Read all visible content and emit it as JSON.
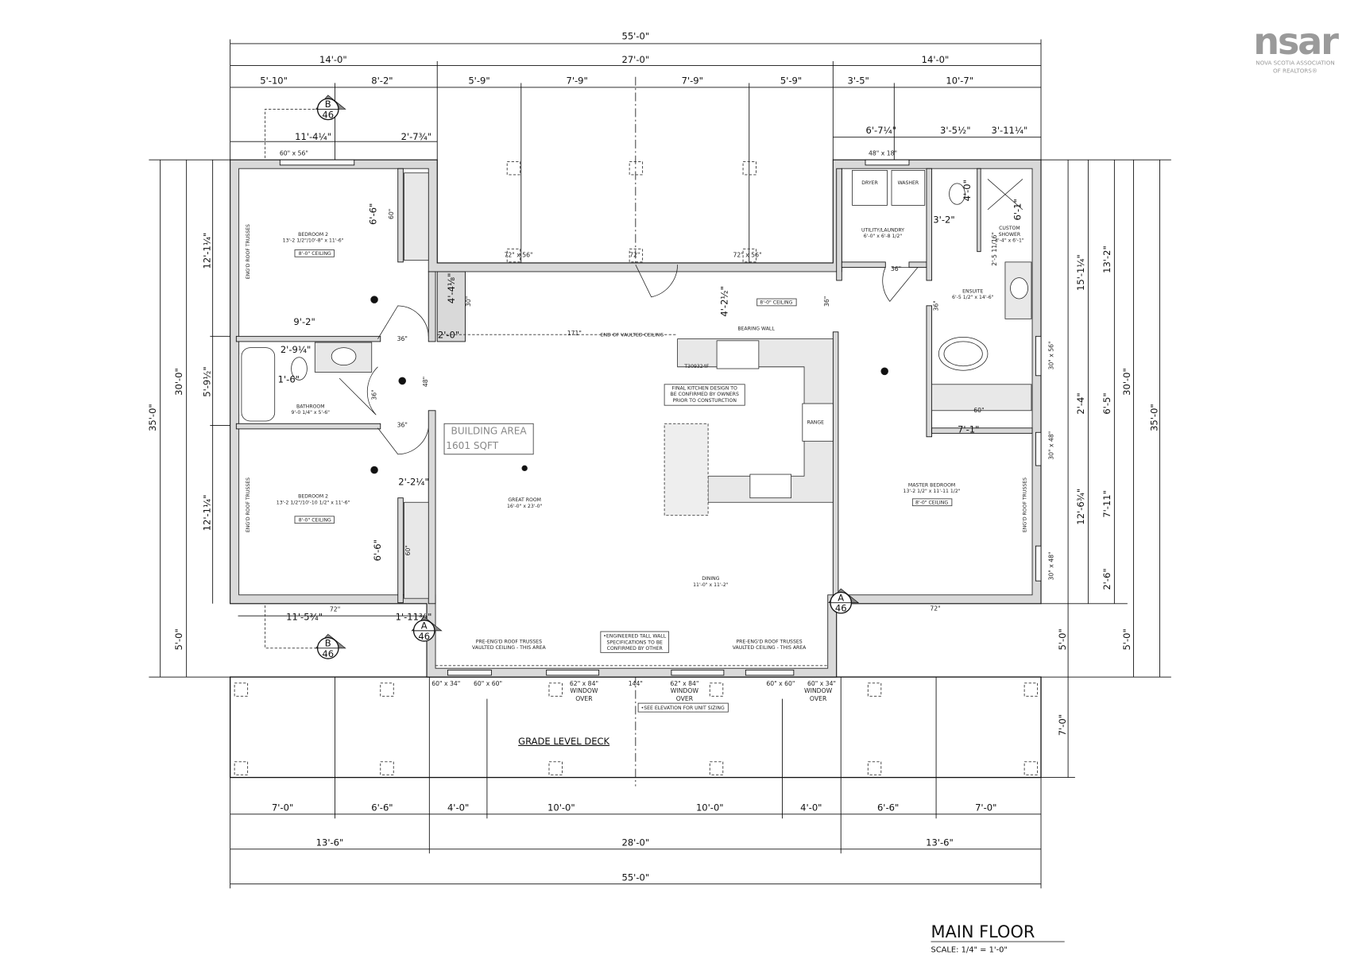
{
  "logo": {
    "text": "nsar",
    "line1": "NOVA SCOTIA ASSOCIATION",
    "line2": "OF REALTORS®"
  },
  "title": {
    "main": "MAIN FLOOR",
    "scale": "SCALE: 1/4\" = 1'-0\""
  },
  "building_area": {
    "line1": "BUILDING AREA",
    "line2": "1601 SQFT"
  },
  "rooms": {
    "bedroom_top": {
      "name": "BEDROOM 2",
      "size": "13'-2 1/2\"/10'-8\" x 11'-6\"",
      "ceiling": "8'-0\" CEILING"
    },
    "bathroom": {
      "name": "BATHROOM",
      "size": "9'-0 1/4\" x 5'-6\""
    },
    "bedroom_bottom": {
      "name": "BEDROOM 2",
      "size": "13'-2 1/2\"/10'-10 1/2\" x 11'-6\"",
      "ceiling": "8'-0\" CEILING"
    },
    "great_room": {
      "name": "GREAT ROOM",
      "size": "16'-0\" x 23'-0\""
    },
    "dining": {
      "name": "DINING",
      "size": "11'-0\" x 11'-2\""
    },
    "laundry": {
      "name": "UTILITY/LAUNDRY",
      "size": "6'-0\" x 6'-8 1/2\"",
      "dryer": "DRYER",
      "washer": "WASHER"
    },
    "shower": {
      "name1": "CUSTOM",
      "name2": "SHOWER",
      "size": "3'-4\" x 6'-1\""
    },
    "ensuite": {
      "name": "ENSUITE",
      "size": "6'-5 1/2\" x 14'-6\""
    },
    "master": {
      "name": "MASTER BEDROOM",
      "size": "13'-2 1/2\" x 11'-11 1/2\"",
      "ceiling": "8'-0\" CEILING"
    },
    "kitchen_ceiling": "8'-0\" CEILING"
  },
  "notes": {
    "trusses": "ENG'D ROOF TRUSSES",
    "kitchen_note": [
      "FINAL KITCHEN DESIGN TO",
      "BE CONFIRMED BY OWNERS",
      "PRIOR TO CONSTURCTION"
    ],
    "fridge_model": "T309324F",
    "range": "RANGE",
    "bearing_wall": "BEARING WALL",
    "end_vaulted": "END OF VAULTED CEILING",
    "vaulted": [
      "PRE-ENG'D ROOF TRUSSES",
      "VAULTED CEILING - THIS AREA"
    ],
    "tall_wall": [
      "•ENGINEERED TALL WALL",
      "SPECIFICATIONS TO BE",
      "CONFIRMED BY OTHER"
    ],
    "elevation": "•SEE ELEVATION FOR UNIT SIZING",
    "deck": "GRADE LEVEL DECK",
    "window_over": [
      "WINDOW",
      "OVER"
    ]
  },
  "section_markers": [
    {
      "letter": "B",
      "sheet": "46"
    },
    {
      "letter": "B",
      "sheet": "46"
    },
    {
      "letter": "A",
      "sheet": "46"
    },
    {
      "letter": "A",
      "sheet": "46"
    }
  ],
  "dims_h": [
    "55'-0\"",
    "14'-0\"",
    "27'-0\"",
    "14'-0\"",
    "5'-10\"",
    "8'-2\"",
    "5'-9\"",
    "7'-9\"",
    "7'-9\"",
    "5'-9\"",
    "3'-5\"",
    "10'-7\"",
    "11'-4¼\"",
    "2'-7¾\"",
    "6'-7¼\"",
    "3'-5½\"",
    "3'-11¼\"",
    "9'-2\"",
    "2'-9¼\"",
    "1'-6\"",
    "2'-0\"",
    "2'-2¼\"",
    "11'-5¾\"",
    "1'-11¾\"",
    "3'-2\"",
    "7'-1\"",
    "7'-0\"",
    "6'-6\"",
    "4'-0\"",
    "10'-0\"",
    "10'-0\"",
    "4'-0\"",
    "6'-6\"",
    "7'-0\"",
    "13'-6\"",
    "28'-0\"",
    "13'-6\"",
    "55'-0\""
  ],
  "dims_v": [
    "35'-0\"",
    "30'-0\"",
    "12'-1¼\"",
    "5'-9½\"",
    "12'-1¼\"",
    "5'-0\"",
    "6'-6\"",
    "4'-4⅛\"",
    "6'-6\"",
    "4'-2½\"",
    "4'-0\"",
    "6'-1\"",
    "15'-1¼\"",
    "2'-4\"",
    "12'-6¾\"",
    "13'-2\"",
    "6'-5\"",
    "7'-11\"",
    "2'-6\"",
    "30'-0\"",
    "35'-0\"",
    "5'-0\"",
    "5'-0\"",
    "7'-0\""
  ],
  "small_labels_h": [
    "60\" x 56\"",
    "48\" x 18\"",
    "72\" x 56\"",
    "72\"",
    "72\" x 56\"",
    "171\"",
    "36\"",
    "36\"",
    "36\"",
    "72\"",
    "72\"",
    "60\"",
    "144\"",
    "60\" x 34\"",
    "60\" x 60\"",
    "62\" x 84\"",
    "62\" x 84\"",
    "60\" x 60\"",
    "60\" x 34\""
  ],
  "small_labels_v": [
    "60\"",
    "30\"",
    "48\"",
    "36\"",
    "60\"",
    "36\"",
    "36\"",
    "30\" x 56\"",
    "30\" x 48\"",
    "30\" x 48\"",
    "2'-5 11/16\""
  ],
  "colors": {
    "line": "#111111",
    "wall_fill": "#d9d9d9",
    "logo": "#9a9a9a"
  }
}
